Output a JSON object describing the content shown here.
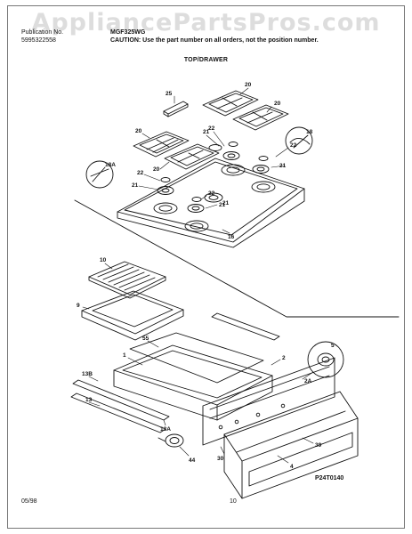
{
  "watermark": "AppliancePartsPros.com",
  "header": {
    "publication_label": "Publication No.",
    "publication_number": "5995322558",
    "model": "MGF325WG",
    "caution": "CAUTION:  Use the part number on all orders, not the position number."
  },
  "section_title": "TOP/DRAWER",
  "callouts": {
    "c25": "25",
    "c20a": "20",
    "c20b": "20",
    "c20c": "20",
    "c20d": "20",
    "c18": "18",
    "c18a": "18A",
    "c21a": "21",
    "c21b": "21",
    "c21c": "21",
    "c21d": "21",
    "c21e": "21",
    "c22a": "22",
    "c22b": "22",
    "c22c": "22",
    "c22d": "22",
    "c16": "16",
    "c10": "10",
    "c9": "9",
    "c55": "55",
    "c1": "1",
    "c2": "2",
    "c13b": "13B",
    "c13": "13",
    "c13a": "13A",
    "c44": "44",
    "c5": "5",
    "c2a": "2A",
    "c30": "30",
    "c39": "39",
    "c4": "4"
  },
  "figure_code": "P24T0140",
  "footer": {
    "date": "05/98",
    "page": "10"
  },
  "colors": {
    "line": "#111111",
    "frame": "#777777",
    "watermark": "#d2d2d2"
  }
}
